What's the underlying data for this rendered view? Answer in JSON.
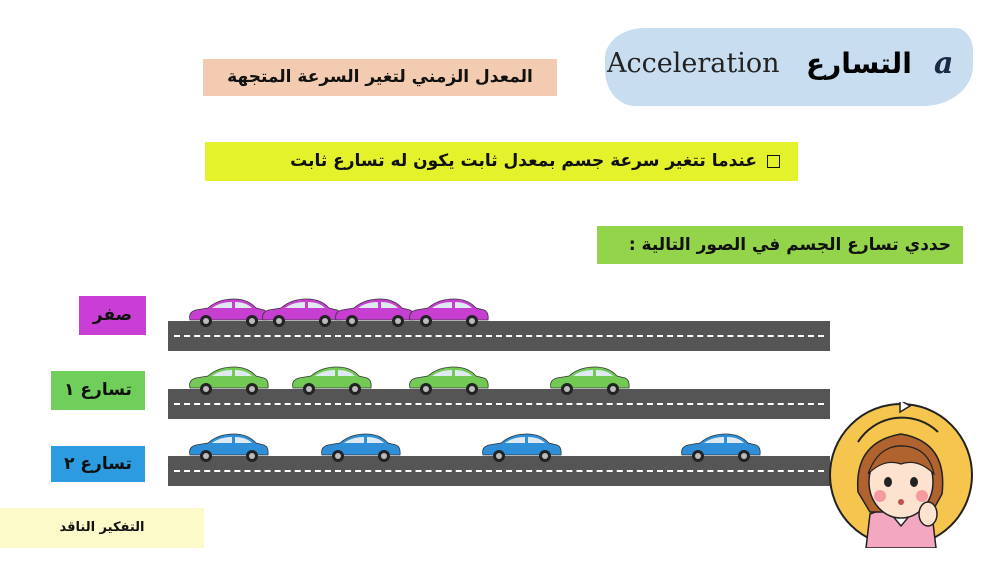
{
  "title": {
    "symbol": "a",
    "arabic": "التسارع",
    "english": "Acceleration"
  },
  "definition": "المعدل الزمني لتغير السرعة المتجهة",
  "fact": "عندما تتغير سرعة جسم بمعدل ثابت يكون له تسارع ثابت",
  "task": "حددي تسارع الجسم في الصور التالية :",
  "rows": [
    {
      "label": "صفر",
      "car_color": "#c63fd1",
      "car_positions": [
        0.0,
        0.122,
        0.244,
        0.366
      ]
    },
    {
      "label": "تسارع ١",
      "car_color": "#72c954",
      "car_positions": [
        0.0,
        0.171,
        0.366,
        0.602
      ]
    },
    {
      "label": "تسارع ٢",
      "car_color": "#2e8fd8",
      "car_positions": [
        0.0,
        0.22,
        0.489,
        0.82
      ]
    }
  ],
  "critical_thinking": "التفكير الناقد",
  "icons": {
    "checkbox": "checkbox-icon",
    "thinker": "thinking-girl-icon"
  }
}
